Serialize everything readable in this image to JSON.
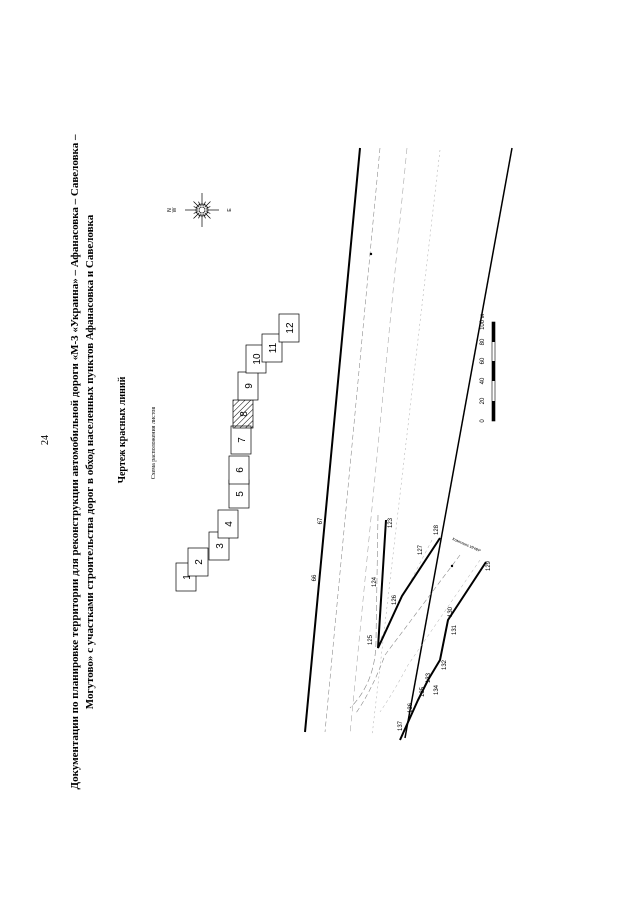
{
  "page_number": "24",
  "title_lines": [
    "Документации по планировке территории для реконструкции автомобильной дороги «М-3 «Украина» – Афанасовка – Савеловка –",
    "Могутово» с участками строительства дорог в обход населенных пунктов Афанасовка и Савеловка"
  ],
  "drawing_title": "Чертеж красных линий",
  "scheme": {
    "caption": "Схема расположения листов",
    "sheets": [
      "1",
      "2",
      "3",
      "4",
      "5",
      "6",
      "7",
      "8",
      "9",
      "10",
      "11",
      "12"
    ],
    "current_sheet": "8"
  },
  "compass_letters": [
    "N",
    "W",
    "E"
  ],
  "scale_bar": {
    "labels": [
      "0",
      "20",
      "40",
      "60",
      "80",
      "100 м"
    ]
  },
  "point_labels": [
    "66",
    "67",
    "123",
    "124",
    "125",
    "126",
    "127",
    "128",
    "129",
    "130",
    "131",
    "132",
    "133",
    "134",
    "135",
    "136",
    "137"
  ],
  "annotation": "Комплекс ИНФР"
}
